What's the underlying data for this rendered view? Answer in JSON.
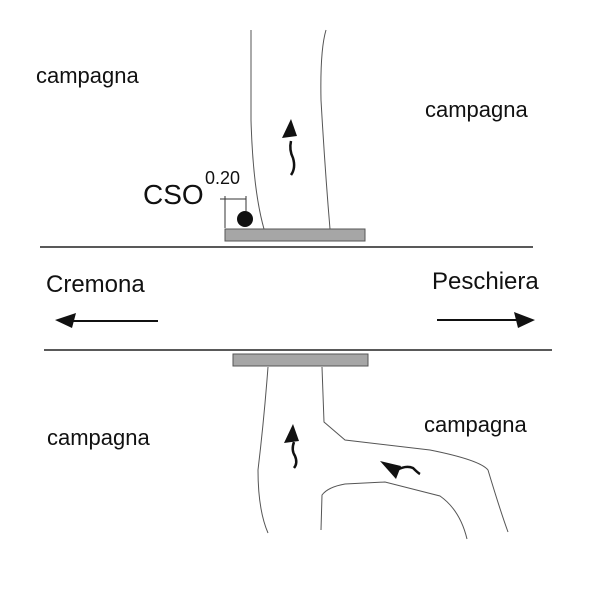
{
  "labels": {
    "campagna_top_left": "campagna",
    "campagna_top_right": "campagna",
    "campagna_bottom_left": "campagna",
    "campagna_bottom_right": "campagna",
    "cso": "CSO",
    "dimension": "0.20",
    "direction_left": "Cremona",
    "direction_right": "Peschiera"
  },
  "colors": {
    "line": "#222222",
    "bridge_fill": "#a6a6a6",
    "stream_line": "#555555"
  }
}
